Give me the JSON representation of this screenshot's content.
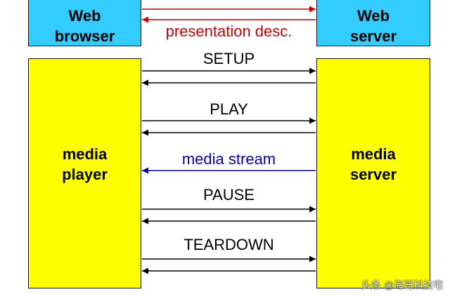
{
  "boxes": {
    "web_browser": "Web\nbrowser",
    "web_server": "Web\nserver",
    "media_player": "media\nplayer",
    "media_server": "media\nserver"
  },
  "messages": {
    "presentation_desc": "presentation desc.",
    "setup": "SETUP",
    "play": "PLAY",
    "media_stream": "media stream",
    "pause": "PAUSE",
    "teardown": "TEARDOWN"
  },
  "colors": {
    "web_box_fill": "#33ccff",
    "media_box_fill": "#ffff00",
    "request_arrow": "#000000",
    "presentation_arrow": "#cc0000",
    "media_stream_arrow": "#0000bb"
  },
  "watermark": "头条 @海哥科技宅"
}
